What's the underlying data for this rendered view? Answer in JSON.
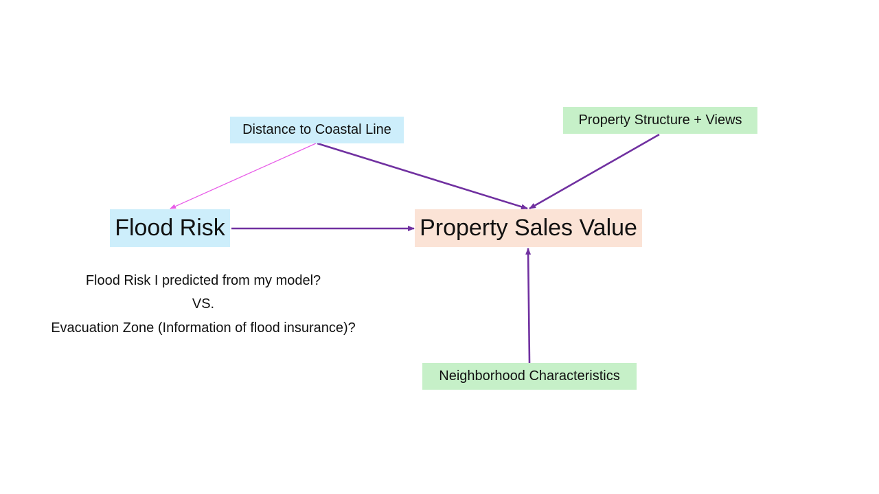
{
  "colors": {
    "blue_box": "#cdeefb",
    "green_box": "#c6f0c8",
    "peach_box": "#fbe3d6",
    "arrow_purple": "#7030a0",
    "arrow_pink": "#e85ce8"
  },
  "nodes": {
    "distance": "Distance to Coastal Line",
    "structure": "Property Structure + Views",
    "flood_risk": "Flood Risk",
    "sales_value": "Property Sales Value",
    "neighborhood": "Neighborhood Characteristics"
  },
  "note": {
    "line1": "Flood Risk I predicted from my model?",
    "line2": "VS.",
    "line3": "Evacuation Zone (Information of flood insurance)?"
  },
  "edges": [
    {
      "from": "Distance to Coastal Line",
      "to": "Flood Risk",
      "color": "pink"
    },
    {
      "from": "Distance to Coastal Line",
      "to": "Property Sales Value",
      "color": "purple"
    },
    {
      "from": "Property Structure + Views",
      "to": "Property Sales Value",
      "color": "purple"
    },
    {
      "from": "Flood Risk",
      "to": "Property Sales Value",
      "color": "purple"
    },
    {
      "from": "Neighborhood Characteristics",
      "to": "Property Sales Value",
      "color": "purple"
    }
  ]
}
